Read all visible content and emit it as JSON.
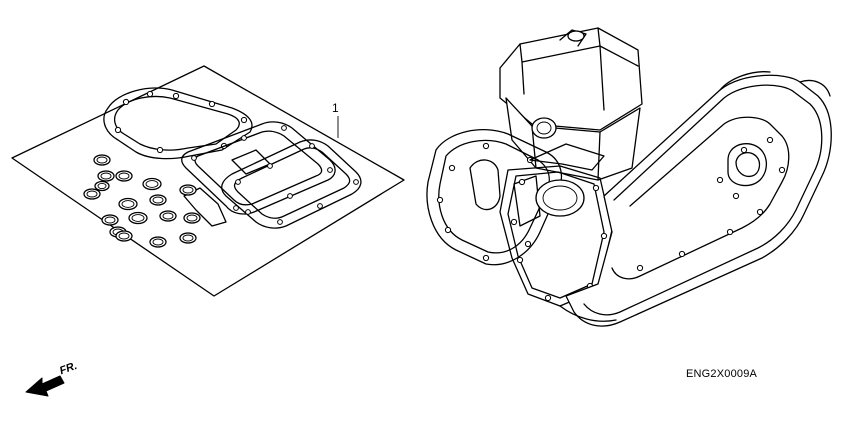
{
  "labels": {
    "part_callout": "1",
    "diagram_code": "ENG2X0009A",
    "front_marker": "FR."
  },
  "icons": {
    "front_arrow": "front-direction-arrow-icon",
    "gasket_kit": "gasket-kit-sheet-icon",
    "engine": "engine-assembly-icon"
  },
  "colors": {
    "line": "#000000",
    "background": "#ffffff"
  }
}
